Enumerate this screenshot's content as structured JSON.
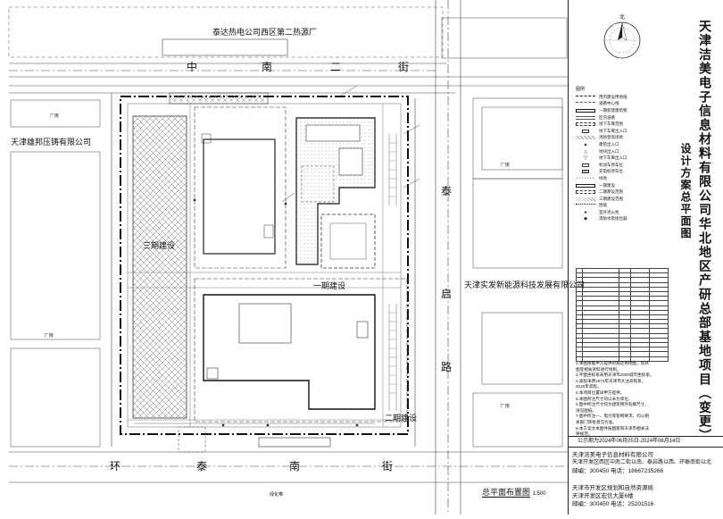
{
  "plan": {
    "top_building": "泰达热电公司西区第二热源厂",
    "road_north": [
      "中",
      "南",
      "二",
      "街"
    ],
    "road_south": [
      "环",
      "泰",
      "南",
      "街"
    ],
    "road_east": [
      "泰",
      "启",
      "路"
    ],
    "west_neighbor": "天津雄邦压铸有限公司",
    "east_neighbor": "天津实发新能源科技发展有限公司",
    "phase1": "一期建设",
    "phase2": "二期建设",
    "phase3": "三期建设",
    "greenbelt": "绿化带",
    "factory_a": "厂房",
    "factory_b": "厂房",
    "factory_c": "厂房",
    "factory_d": "厂房",
    "drawing_title": "总平面布置图",
    "scale": "1:500"
  },
  "panel": {
    "north_label": "北",
    "title_line1": "天津洁美电子信息材料有限公司华北地区产研总部基地项目（变更）",
    "title_line2": "设计方案总平面图",
    "legend_header": "图例",
    "legend": [
      "用内建设用地线",
      "道路中心线",
      "一期新建建筑物",
      "区内道路",
      "地下车库范围",
      "地下车库出入口",
      "消防登高场地",
      "建筑出入口",
      "地块出入口",
      "地下车库出入口",
      "机动车停车位",
      "充电桩停车位",
      "绿地",
      "一期建设",
      "二期建设范围",
      "三期建设范围",
      "围墙",
      "室外消火栓",
      "消防水泵接合器"
    ],
    "notes": [
      "1.本图依据甲方提供的规定用地图，现状",
      "图等相关资料进行绘制。",
      "2.平面坐标系采用天津市2000城市坐标系。",
      "3.高程采用1972年天津市大沽高程系，",
      "2015年高程。",
      "4.本项目位置详甲方提供。",
      "5.本图所注尺寸均以米为单位。",
      "6.图中所注尺寸均为建筑物外轮廓尺寸，",
      "详见图纸。",
      "7.图中所注一、电力等管网要求，均以相",
      "关部门审批意见为准。",
      "8.本方案文本图件按国家和天津市相关法",
      "律规范。"
    ],
    "publicity": "公示期为2024年06月05日-2024年06月14日",
    "builder": [
      "天津洁美电子信息材料有限公司",
      "天津开发区西区中南二街以南、泰启路以西、环泰南街以北",
      "邮编：300450    电话：18667235266"
    ],
    "authority": [
      "天津市开发区规划和自然资源局",
      "天津开发区宏信大厦6楼",
      "邮编：300450    电话：25201516"
    ]
  }
}
